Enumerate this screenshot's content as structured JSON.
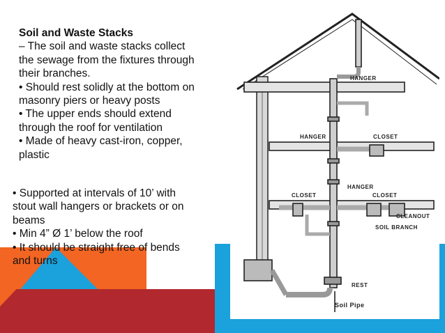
{
  "slide": {
    "title": "Soil and Waste Stacks",
    "intro": [
      "– The soil and waste stacks collect",
      "the sewage from the fixtures through",
      "their branches."
    ],
    "bullets_top": [
      [
        "• Should rest solidly at the bottom on",
        "masonry piers or heavy posts"
      ],
      [
        "• The upper ends should extend",
        "through the roof for ventilation"
      ],
      [
        "• Made of heavy cast-iron, copper,",
        "plastic"
      ]
    ],
    "bullets_bottom": [
      [
        "• Supported at intervals of 10’ with",
        "stout wall hangers or brackets or on",
        "beams"
      ],
      [
        "• Min 4” Ø 1’ below the roof"
      ],
      [
        "• It should be straight free of bends",
        "and turns"
      ]
    ],
    "colors": {
      "orange": "#f26522",
      "red": "#b1292e",
      "blue": "#1ba1dc"
    }
  },
  "diagram": {
    "labels": {
      "hanger_top": "HANGER",
      "hanger_left": "HANGER",
      "closet_upper": "CLOSET",
      "hanger_mid": "HANGER",
      "closet_left": "CLOSET",
      "closet_right": "CLOSET",
      "cleanout": "CLEANOUT",
      "soil_branch": "SOIL BRANCH",
      "rest": "REST",
      "caption": "Soil Pipe"
    }
  }
}
